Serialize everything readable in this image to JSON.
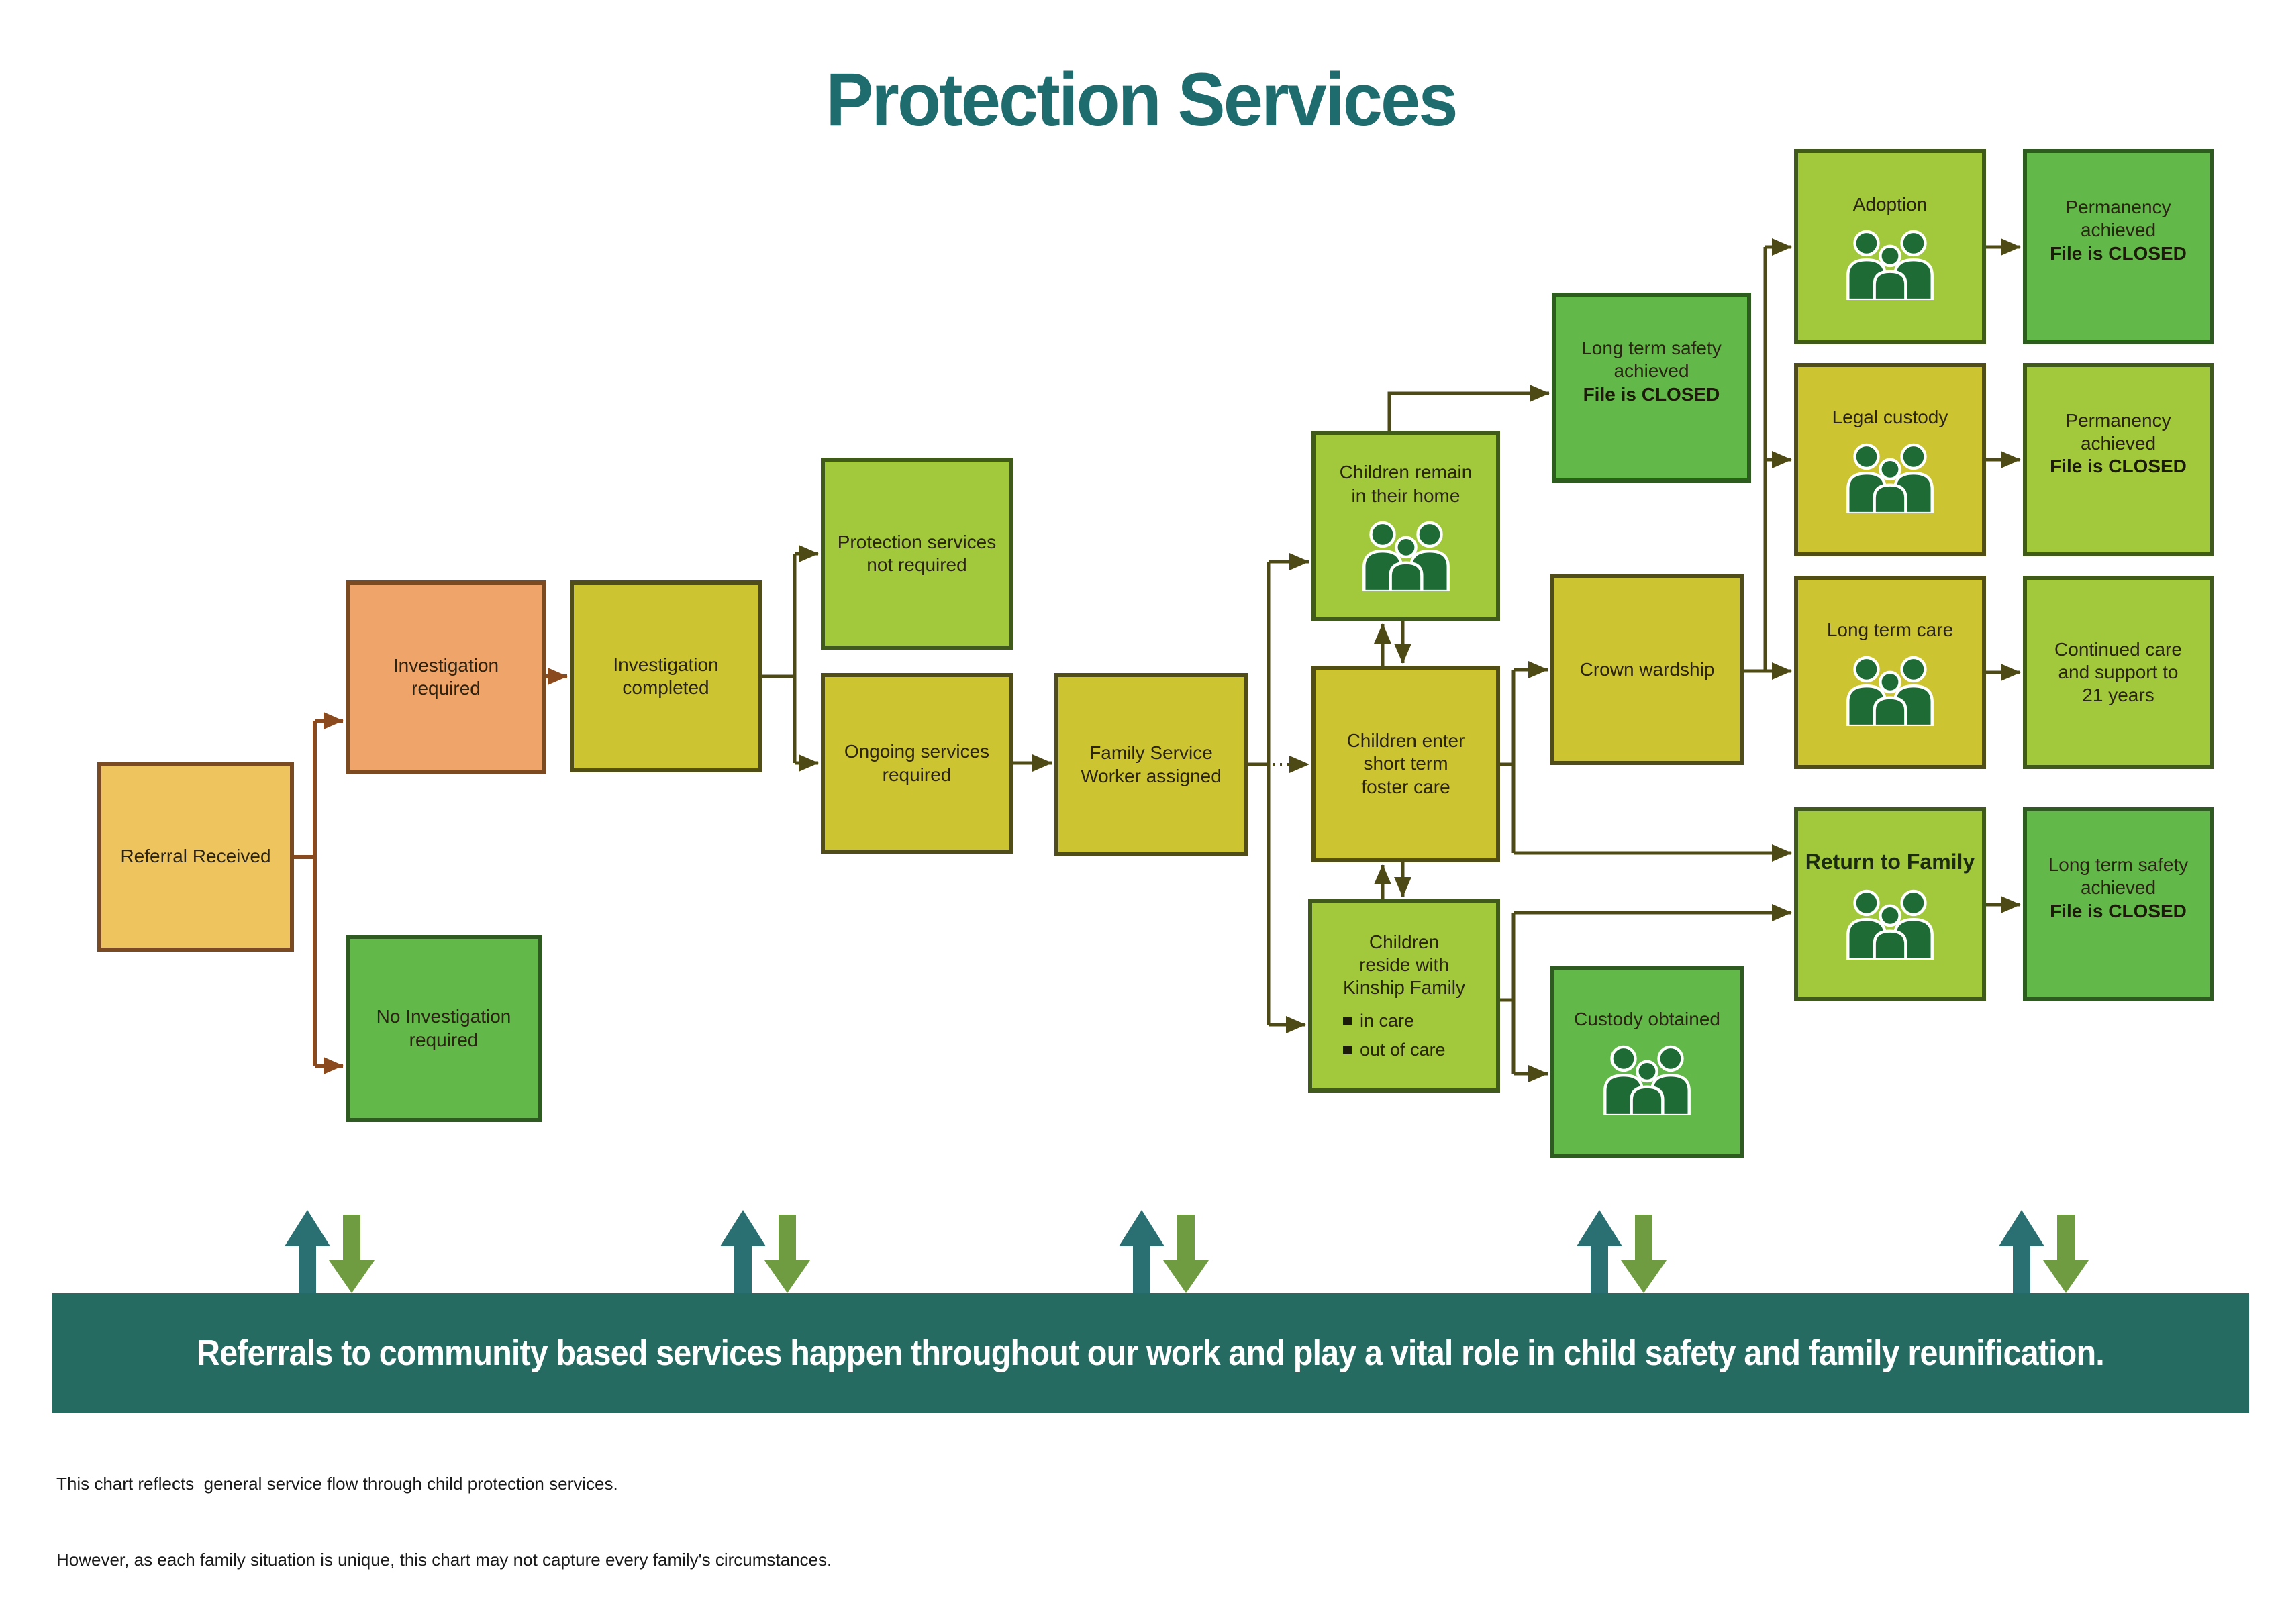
{
  "title": "Protection Services",
  "banner": {
    "text": "Referrals to community based services happen throughout our work and play a vital role in child safety and family reunification."
  },
  "footnote": {
    "line1": "This chart reflects  general service flow through child protection services.",
    "line2": "However, as each family situation is unique, this chart may not capture every family's circumstances."
  },
  "colors": {
    "title_teal": "#1e6c6d",
    "banner_teal": "#266b62",
    "banner_text": "#ffffff",
    "gold_fill": "#eec45e",
    "gold_border": "#7b4a21",
    "orange_fill": "#efa469",
    "orange_border": "#7b4a21",
    "olive_fill": "#cdc431",
    "olive_border": "#514d18",
    "yellowgreen_fill": "#a2c93c",
    "yellowgreen_border": "#3f5a1b",
    "green_fill": "#62b849",
    "green_border": "#2e5c20",
    "connector_brown": "#8a4a1e",
    "connector_olive": "#4e4a15",
    "up_arrow_teal": "#2a6f72",
    "down_arrow_green": "#6f9b41",
    "icon_green": "#1e6b35",
    "text_dark": "#2b2415"
  },
  "nodes": [
    {
      "id": "referral",
      "lines": [
        "Referral Received"
      ],
      "palette": "gold"
    },
    {
      "id": "investigation-required",
      "lines": [
        "Investigation",
        "required"
      ],
      "palette": "orange"
    },
    {
      "id": "no-investigation-required",
      "lines": [
        "No Investigation",
        "required"
      ],
      "palette": "green"
    },
    {
      "id": "investigation-completed",
      "lines": [
        "Investigation",
        "completed"
      ],
      "palette": "olive"
    },
    {
      "id": "protection-services-not-required",
      "lines": [
        "Protection services",
        "not required"
      ],
      "palette": "yellowgreen"
    },
    {
      "id": "ongoing-services-required",
      "lines": [
        "Ongoing services",
        "required"
      ],
      "palette": "olive"
    },
    {
      "id": "family-service-worker-assigned",
      "lines": [
        "Family Service",
        "Worker assigned"
      ],
      "palette": "olive"
    },
    {
      "id": "children-remain-home",
      "lines": [
        "Children remain",
        "in their home"
      ],
      "palette": "yellowgreen",
      "icon": true
    },
    {
      "id": "children-enter-foster-care",
      "lines": [
        "Children enter",
        "short term",
        "foster care"
      ],
      "palette": "olive"
    },
    {
      "id": "children-reside-kinship",
      "lines": [
        "Children",
        "reside with",
        "Kinship Family"
      ],
      "palette": "yellowgreen",
      "bullets": [
        "in care",
        "out of care"
      ]
    },
    {
      "id": "long-term-safety-achieved-top",
      "lines": [
        "Long term safety",
        "achieved"
      ],
      "bold_label": "File is CLOSED",
      "palette": "green"
    },
    {
      "id": "crown-wardship",
      "lines": [
        "Crown wardship"
      ],
      "palette": "olive"
    },
    {
      "id": "custody-obtained",
      "lines": [
        "Custody obtained"
      ],
      "palette": "green",
      "icon": true
    },
    {
      "id": "adoption",
      "lines": [
        "Adoption"
      ],
      "palette": "yellowgreen",
      "icon": true
    },
    {
      "id": "permanency-achieved-adoption",
      "lines": [
        "Permanency",
        "achieved"
      ],
      "bold_label": "File is CLOSED",
      "palette": "green"
    },
    {
      "id": "legal-custody",
      "lines": [
        "Legal custody"
      ],
      "palette": "olive",
      "icon": true
    },
    {
      "id": "permanency-achieved-legal",
      "lines": [
        "Permanency",
        "achieved"
      ],
      "bold_label": "File is CLOSED",
      "palette": "yellowgreen"
    },
    {
      "id": "long-term-care",
      "lines": [
        "Long term care"
      ],
      "palette": "olive",
      "icon": true
    },
    {
      "id": "continued-care-21",
      "lines": [
        "Continued care",
        "and support to",
        "21 years"
      ],
      "palette": "yellowgreen"
    },
    {
      "id": "return-to-family",
      "lines": [
        "Return to Family"
      ],
      "bold": true,
      "palette": "yellowgreen",
      "icon": true
    },
    {
      "id": "long-term-safety-achieved-bottom",
      "lines": [
        "Long term safety",
        "achieved"
      ],
      "bold_label": "File is CLOSED",
      "palette": "green"
    }
  ]
}
